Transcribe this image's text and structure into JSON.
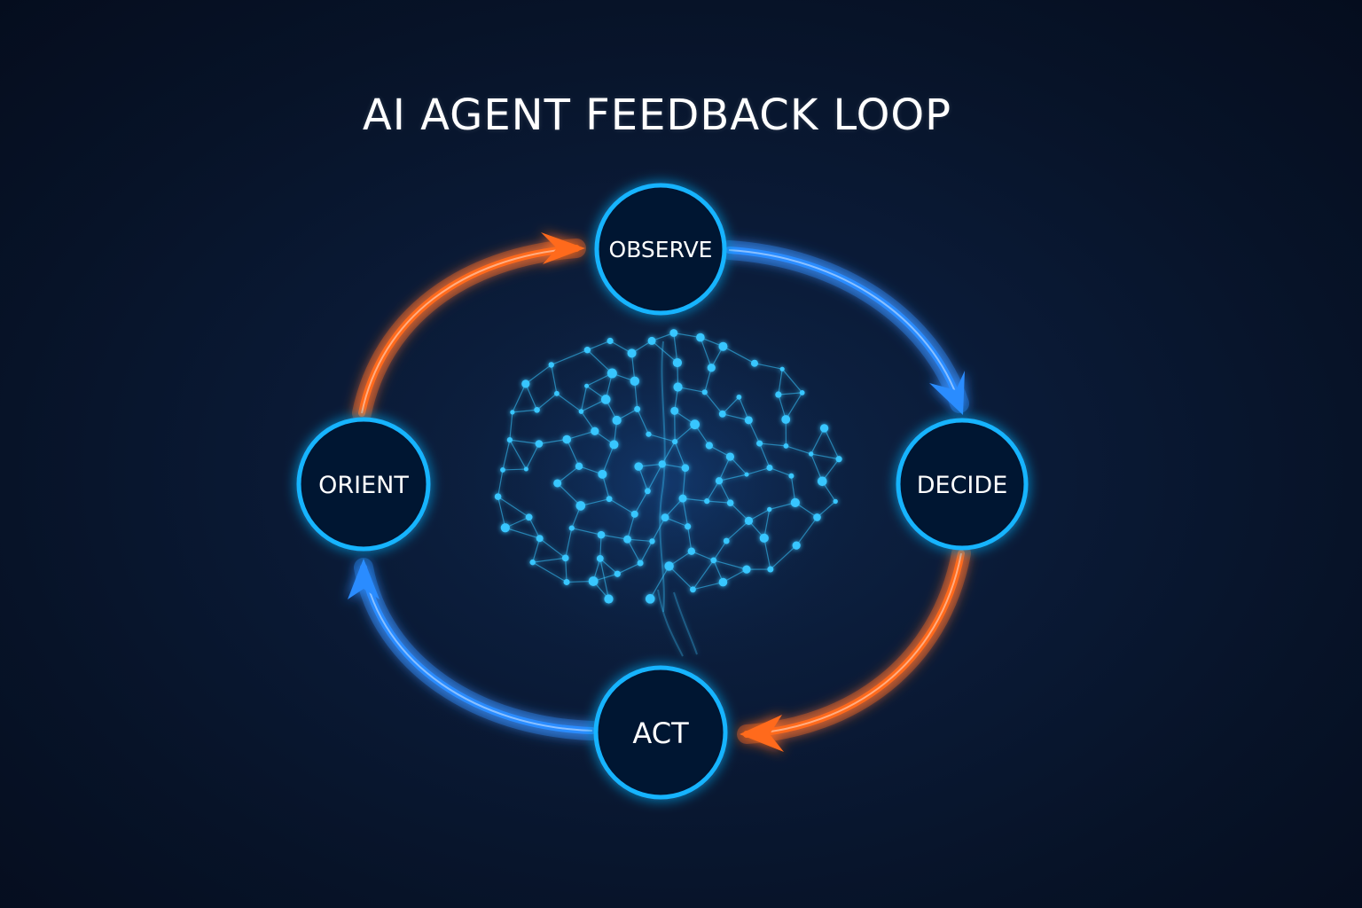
{
  "title": "AI AGENT FEEDBACK LOOP",
  "nodes": [
    {
      "id": "observe",
      "label": "OBSERVE"
    },
    {
      "id": "decide",
      "label": "DECIDE"
    },
    {
      "id": "act",
      "label": "ACT"
    },
    {
      "id": "orient",
      "label": "ORIENT"
    }
  ],
  "edges": [
    {
      "from": "orient",
      "to": "observe",
      "color": "orange"
    },
    {
      "from": "observe",
      "to": "decide",
      "color": "blue"
    },
    {
      "from": "decide",
      "to": "act",
      "color": "orange"
    },
    {
      "from": "act",
      "to": "orient",
      "color": "blue"
    }
  ],
  "center_icon": "brain-network-icon",
  "colors": {
    "background": "#07132a",
    "node_ring": "#19b4ff",
    "node_fill": "#061632",
    "arrow_blue": "#2a8cff",
    "arrow_orange": "#ff6a1a",
    "neural": "#39c6ff",
    "text": "#ffffff"
  }
}
